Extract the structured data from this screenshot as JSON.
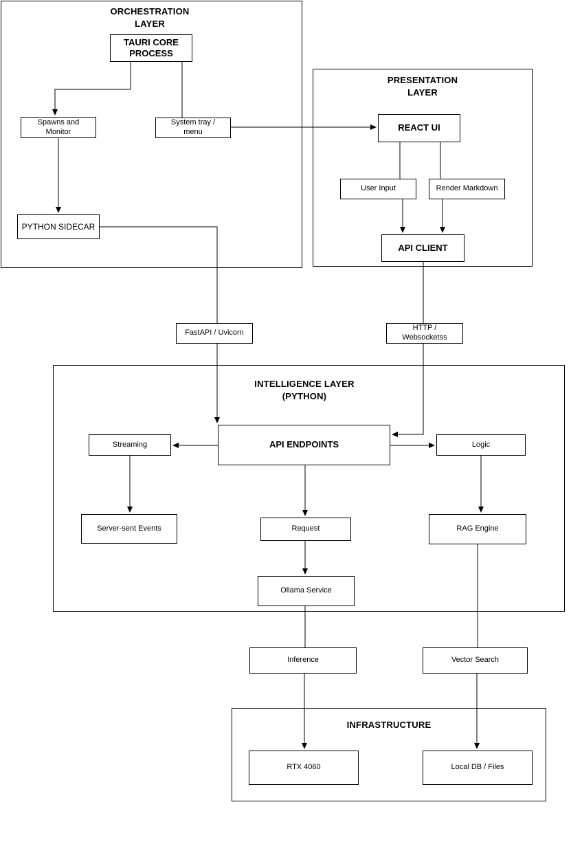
{
  "layers": {
    "orchestration": "ORCHESTRATION LAYER",
    "presentation": "PRESENTATION LAYER",
    "intelligence": "INTELLIGENCE LAYER (PYTHON)",
    "infrastructure": "INFRASTRUCTURE"
  },
  "nodes": {
    "tauri_core": "TAURI CORE PROCESS",
    "spawns_monitor": "Spawns and Monitor",
    "system_tray": "System tray / menu",
    "python_sidecar": "PYTHON SIDECAR",
    "react_ui": "REACT UI",
    "user_input": "User Input",
    "render_markdown": "Render Markdown",
    "api_client": "API CLIENT",
    "fastapi_uvicorn": "FastAPI / Uvicorn",
    "http_websockets": "HTTP / Websocketss",
    "api_endpoints": "API ENDPOINTS",
    "streaming": "Streaming",
    "logic": "Logic",
    "server_sent_events": "Server-sent Events",
    "request": "Request",
    "rag_engine": "RAG Engine",
    "ollama_service": "Ollama Service",
    "inference": "Inference",
    "vector_search": "Vector Search",
    "rtx_4060": "RTX 4060",
    "local_db_files": "Local DB / Files"
  },
  "colors": {
    "stroke": "#000000",
    "node_fill": "#ffffff",
    "text": "#000000",
    "background": "#ffffff"
  }
}
